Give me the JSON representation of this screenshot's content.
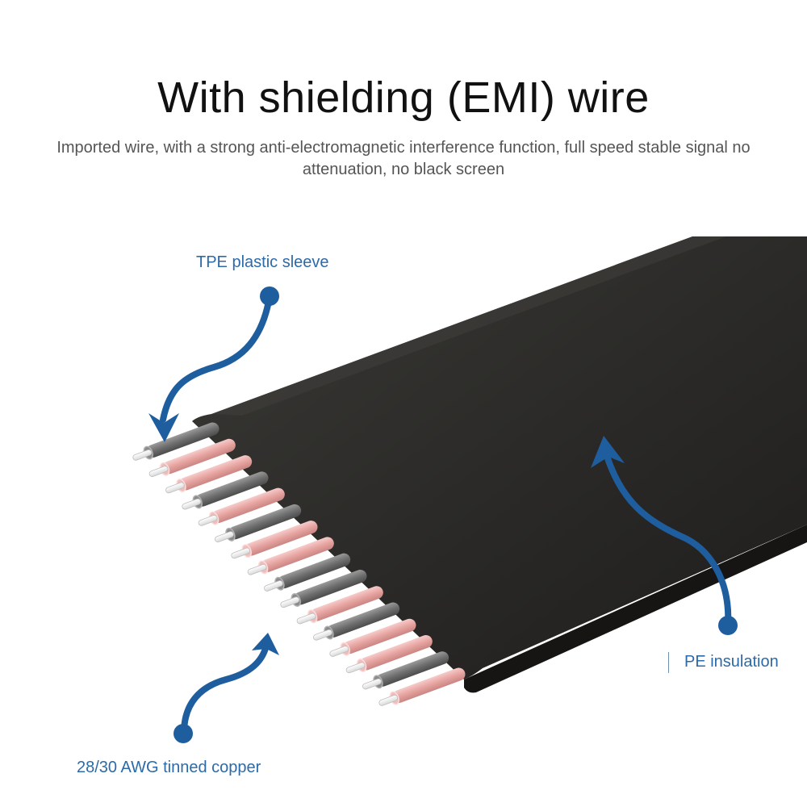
{
  "title": "With shielding (EMI) wire",
  "subtitle": "Imported wire, with a strong anti-electromagnetic interference function, full speed stable signal no attenuation, no black screen",
  "labels": {
    "tpe": "TPE plastic sleeve",
    "pe": "PE insulation",
    "awg": "28/30 AWG tinned copper"
  },
  "colors": {
    "accent": "#1f5e9e",
    "label": "#2c6aa8",
    "cable_jacket": "#2b2a28",
    "pink_wire": "#e8a8a6",
    "gray_wire": "#6f6f6f",
    "conductor": "#f4f4f4"
  },
  "cable": {
    "wire_pattern": [
      "gray",
      "pink",
      "pink",
      "gray",
      "pink",
      "gray",
      "pink",
      "pink",
      "gray",
      "gray",
      "pink",
      "gray",
      "pink",
      "pink",
      "gray",
      "pink"
    ]
  },
  "icons": [
    "curved-arrow-icon",
    "curved-arrow-icon",
    "curved-arrow-icon"
  ]
}
